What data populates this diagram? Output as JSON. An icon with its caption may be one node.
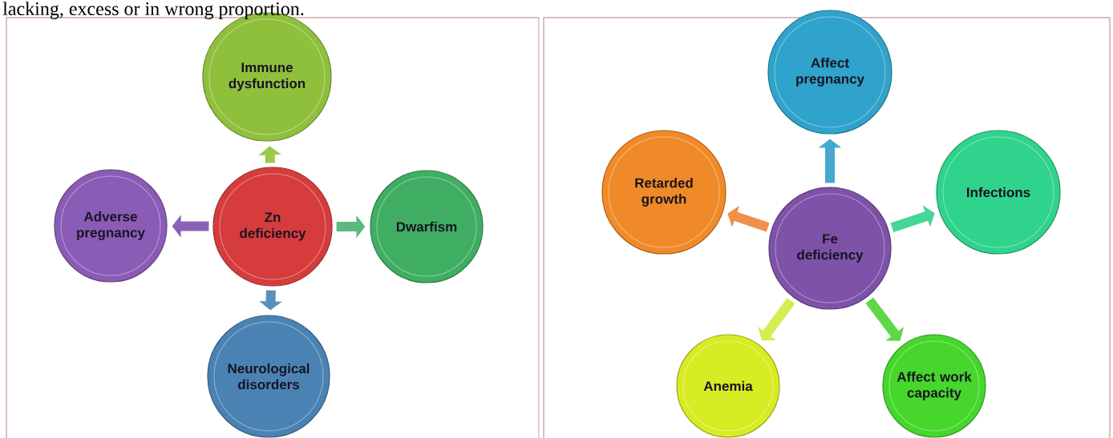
{
  "diagram": {
    "nodes": [
      {
        "text": [
          "Immune dysfunction"
        ]
      },
      {
        "text": [
          "Adverse pregnancy"
        ]
      },
      {
        "text": [
          "Zn deficiency"
        ]
      },
      {
        "text": [
          "Dwarfism"
        ]
      },
      {
        "text": [
          "Neurological disorders"
        ]
      },
      {
        "text": [
          "Affect pregnancy"
        ]
      },
      {
        "text": [
          "Retarded growth"
        ]
      },
      {
        "text": [
          "Fe deficiency"
        ]
      },
      {
        "text": [
          "Infections"
        ]
      },
      {
        "text": [
          "Anemia"
        ]
      },
      {
        "text": [
          "Affect work capacity"
        ]
      }
    ],
    "edges": [
      {
        "from": 2,
        "to": 0,
        "arrow": "to",
        "color": "#9bc94a"
      },
      {
        "from": 2,
        "to": 1,
        "arrow": "to",
        "color": "#8a63b8"
      },
      {
        "from": 2,
        "to": 3,
        "arrow": "to",
        "color": "#5cb87f"
      },
      {
        "from": 2,
        "to": 4,
        "arrow": "to",
        "color": "#5b8fbf"
      },
      {
        "from": 7,
        "to": 5,
        "arrow": "to",
        "color": "#45a9cf"
      },
      {
        "from": 7,
        "to": 6,
        "arrow": "to",
        "color": "#f0904a"
      },
      {
        "from": 7,
        "to": 8,
        "arrow": "to",
        "color": "#45d69a"
      },
      {
        "from": 7,
        "to": 9,
        "arrow": "to",
        "color": "#d6ec50"
      },
      {
        "from": 7,
        "to": 10,
        "arrow": "to",
        "color": "#5ed848"
      }
    ],
    "labels": [
      "lacking, excess or in wrong proportion."
    ]
  }
}
